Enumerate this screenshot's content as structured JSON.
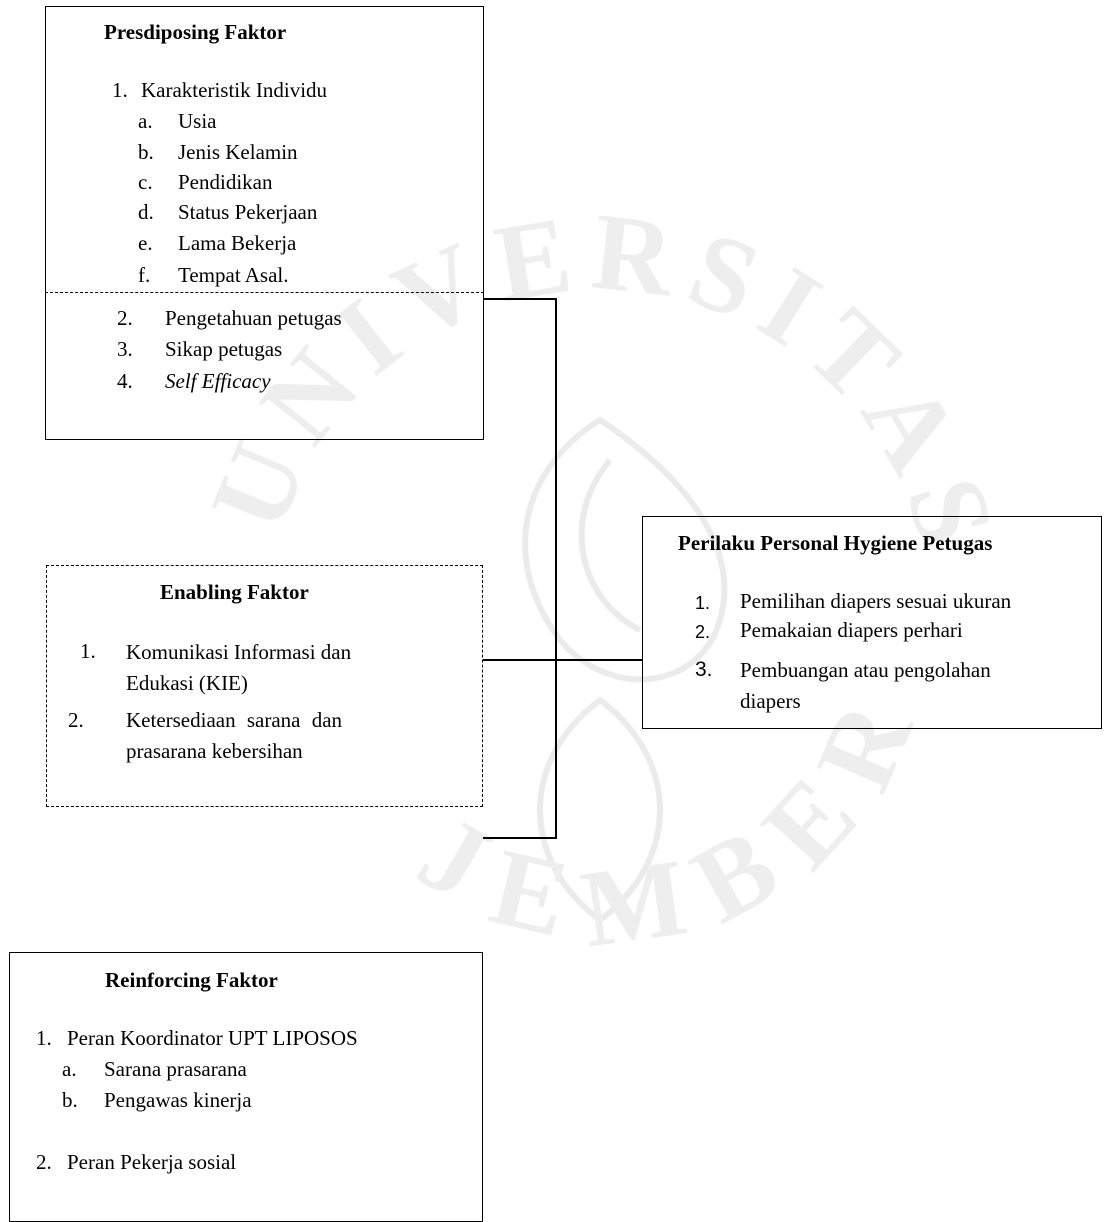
{
  "predisposing": {
    "title": "Presdiposing Faktor",
    "item1": {
      "num": "1.",
      "label": "Karakteristik Individu"
    },
    "sub": [
      {
        "letter": "a.",
        "label": "Usia"
      },
      {
        "letter": "b.",
        "label": "Jenis Kelamin"
      },
      {
        "letter": "c.",
        "label": "Pendidikan"
      },
      {
        "letter": "d.",
        "label": "Status Pekerjaan"
      },
      {
        "letter": "e.",
        "label": "Lama Bekerja"
      },
      {
        "letter": "f.",
        "label": "Tempat Asal."
      }
    ],
    "dashed_items": [
      {
        "num": "2.",
        "label": "Pengetahuan petugas"
      },
      {
        "num": "3.",
        "label": "Sikap petugas"
      },
      {
        "num": "4.",
        "label": "Self Efficacy"
      }
    ]
  },
  "enabling": {
    "title": "Enabling Faktor",
    "items": [
      {
        "num": "1.",
        "line1": "Komunikasi Informasi dan",
        "line2": "Edukasi (KIE)"
      },
      {
        "num": "2.",
        "line1": "Ketersediaan   sarana   dan",
        "line2": "prasarana kebersihan"
      }
    ]
  },
  "behavior": {
    "title": "Perilaku Personal Hygiene Petugas",
    "items": [
      {
        "num": "1.",
        "line1": "Pemilihan diapers sesuai ukuran"
      },
      {
        "num": "2.",
        "line1": "Pemakaian diapers perhari"
      },
      {
        "num": "3.",
        "line1": "Pembuangan atau pengolahan",
        "line2": "diapers"
      }
    ]
  },
  "reinforcing": {
    "title": "Reinforcing Faktor",
    "item1": {
      "num": "1.",
      "label": "Peran Koordinator UPT LIPOSOS"
    },
    "sub": [
      {
        "letter": "a.",
        "label": "Sarana prasarana"
      },
      {
        "letter": "b.",
        "label": "Pengawas kinerja"
      }
    ],
    "item2": {
      "num": "2.",
      "label": "Peran Pekerja sosial"
    }
  },
  "watermark": {
    "text": "UNIVERSITAS JEMBER",
    "color": "#e8e8e8"
  }
}
